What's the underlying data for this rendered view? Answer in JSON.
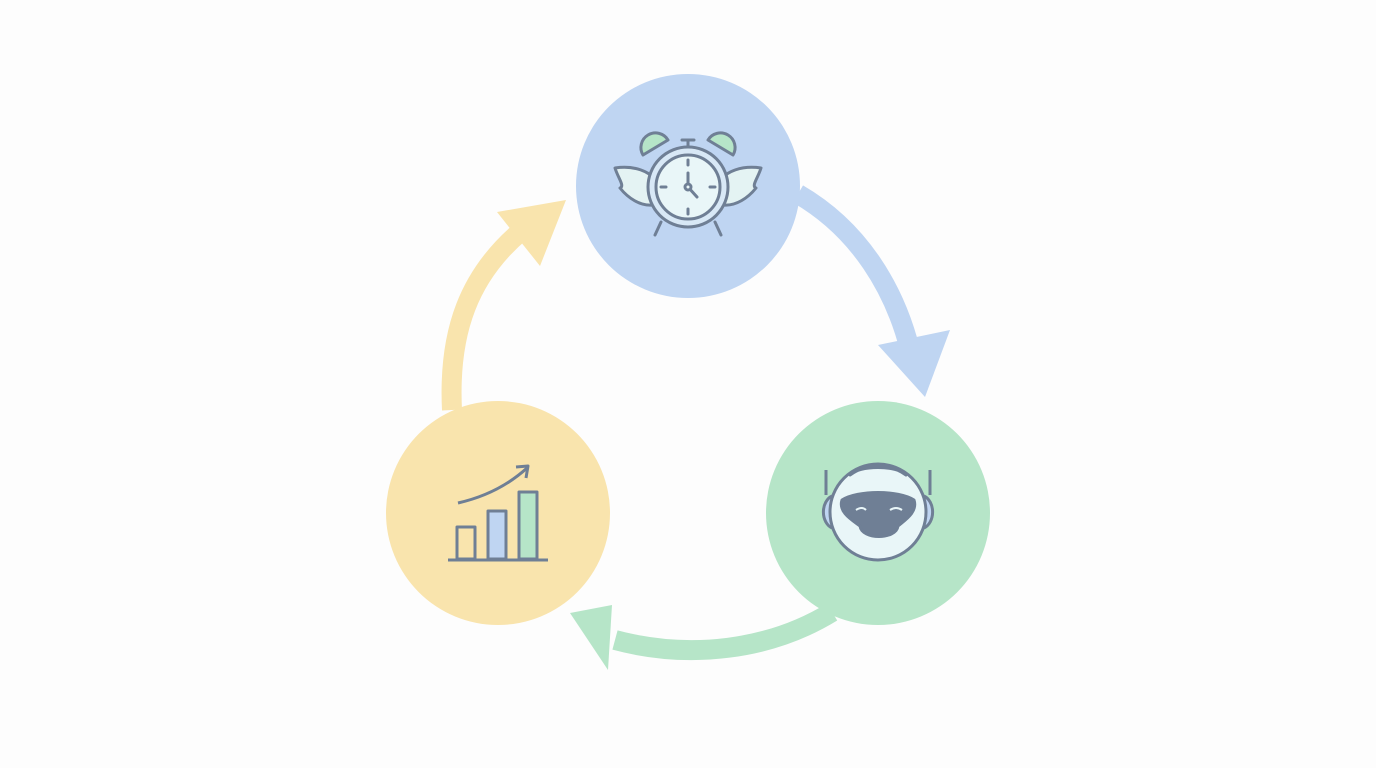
{
  "diagram": {
    "type": "cycle",
    "nodes": [
      {
        "id": "time",
        "icon": "winged-alarm-clock-icon",
        "color": "#bfd5f2"
      },
      {
        "id": "automation",
        "icon": "robot-head-icon",
        "color": "#b6e5c8"
      },
      {
        "id": "growth",
        "icon": "growth-bar-chart-icon",
        "color": "#f9e4ad"
      }
    ],
    "edges": [
      {
        "from": "time",
        "to": "automation",
        "color": "#bfd5f2"
      },
      {
        "from": "automation",
        "to": "growth",
        "color": "#b6e5c8"
      },
      {
        "from": "growth",
        "to": "time",
        "color": "#f9e4ad"
      }
    ],
    "stroke_color": "#6f7f95"
  }
}
